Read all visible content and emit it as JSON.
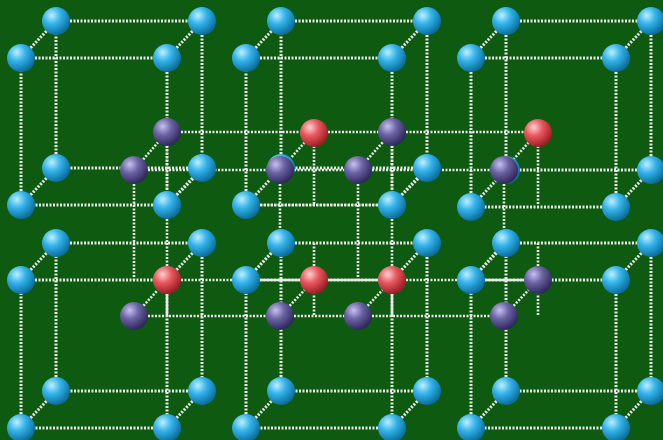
{
  "diagram": {
    "background_color": "#0d5a10",
    "bond_color": "#e8e8e8",
    "atom_types": {
      "cyan": {
        "fill": "#33b3ea",
        "highlight": "#bfefff",
        "shade": "#0c6f9e"
      },
      "purple": {
        "fill": "#6b63a3",
        "highlight": "#c8c2ee",
        "shade": "#2f2a5c"
      },
      "red": {
        "fill": "#e8575d",
        "highlight": "#ffd0d2",
        "shade": "#9c1f25"
      }
    },
    "cells": [
      {
        "name": "cell-top-left",
        "atoms": {
          "front": [
            "cyan",
            "cyan",
            "cyan",
            "cyan"
          ],
          "back": [
            "cyan",
            "cyan",
            "cyan",
            "cyan"
          ]
        }
      },
      {
        "name": "cell-top-middle",
        "atoms": {
          "front": [
            "cyan",
            "cyan",
            "cyan",
            "cyan"
          ],
          "back": [
            "cyan",
            "cyan",
            "cyan",
            "cyan"
          ]
        }
      },
      {
        "name": "cell-top-right",
        "atoms": {
          "front": [
            "cyan",
            "cyan",
            "cyan",
            "cyan"
          ],
          "back": [
            "cyan",
            "cyan",
            "cyan",
            "cyan"
          ]
        }
      },
      {
        "name": "cell-bottom-left",
        "atoms": {
          "front": [
            "cyan",
            "cyan",
            "cyan",
            "cyan"
          ],
          "back": [
            "cyan",
            "cyan",
            "cyan",
            "cyan"
          ]
        }
      },
      {
        "name": "cell-bottom-middle",
        "atoms": {
          "front": [
            "cyan",
            "cyan",
            "cyan",
            "cyan"
          ],
          "back": [
            "cyan",
            "cyan",
            "cyan",
            "cyan"
          ]
        }
      },
      {
        "name": "cell-bottom-right",
        "atoms": {
          "front": [
            "cyan",
            "cyan",
            "cyan",
            "cyan"
          ],
          "back": [
            "cyan",
            "cyan",
            "cyan",
            "cyan"
          ]
        }
      }
    ],
    "interstitials": [
      {
        "name": "purple-atom-1",
        "type": "purple"
      },
      {
        "name": "red-atom-1",
        "type": "red"
      },
      {
        "name": "purple-atom-2",
        "type": "purple"
      },
      {
        "name": "red-atom-2",
        "type": "red"
      },
      {
        "name": "purple-atom-3",
        "type": "purple"
      },
      {
        "name": "purple-atom-4",
        "type": "purple"
      },
      {
        "name": "purple-atom-5",
        "type": "purple"
      },
      {
        "name": "purple-atom-6",
        "type": "purple"
      },
      {
        "name": "red-atom-3",
        "type": "red"
      },
      {
        "name": "red-atom-4",
        "type": "red"
      },
      {
        "name": "red-atom-5",
        "type": "red"
      },
      {
        "name": "purple-atom-7",
        "type": "purple"
      },
      {
        "name": "purple-atom-8",
        "type": "purple"
      },
      {
        "name": "purple-atom-9",
        "type": "purple"
      },
      {
        "name": "purple-atom-10",
        "type": "purple"
      },
      {
        "name": "purple-atom-11",
        "type": "purple"
      }
    ]
  }
}
